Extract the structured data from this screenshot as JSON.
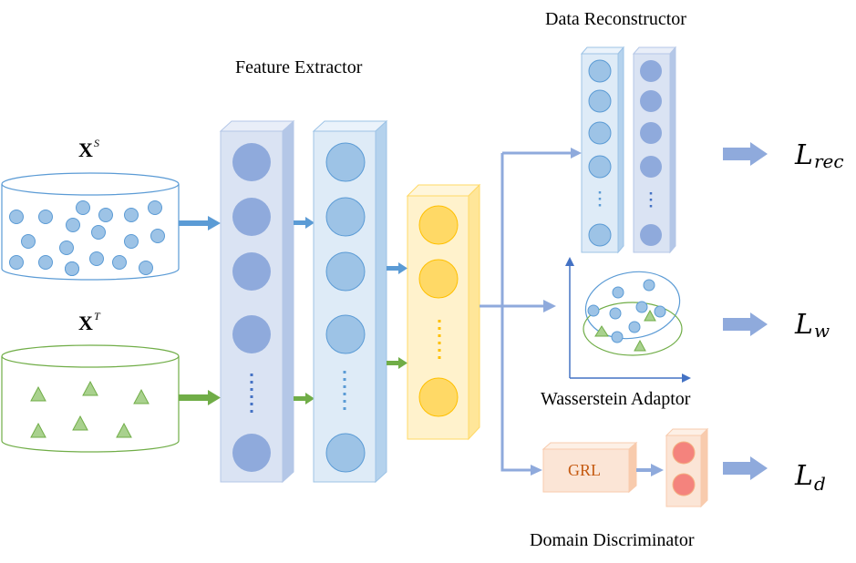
{
  "title_labels": {
    "feature_extractor": "Feature Extractor",
    "data_reconstructor": "Data Reconstructor",
    "wasserstein_adaptor": "Wasserstein Adaptor",
    "domain_discriminator": "Domain Discriminator",
    "grl": "GRL"
  },
  "inputs": {
    "source": {
      "base": "X",
      "sup": "S",
      "shape": "circle",
      "count": 19
    },
    "target": {
      "base": "X",
      "sup": "T",
      "shape": "triangle",
      "count": 6
    }
  },
  "losses": [
    {
      "base": "L",
      "sub": "rec"
    },
    {
      "base": "L",
      "sub": "w"
    },
    {
      "base": "L",
      "sub": "d"
    }
  ],
  "colors": {
    "source_blue": "#5b9bd5",
    "target_green": "#70ad47",
    "layer1_fill": "#dae3f3",
    "layer1_node": "#8faadc",
    "layer2_fill": "#deebf7",
    "layer2_node": "#9dc3e6",
    "layer3_fill": "#fff2cc",
    "layer3_node": "#ffd966",
    "grl_fill": "#fbe5d6",
    "disc_node": "#f4837d",
    "connector": "#8faadc"
  }
}
